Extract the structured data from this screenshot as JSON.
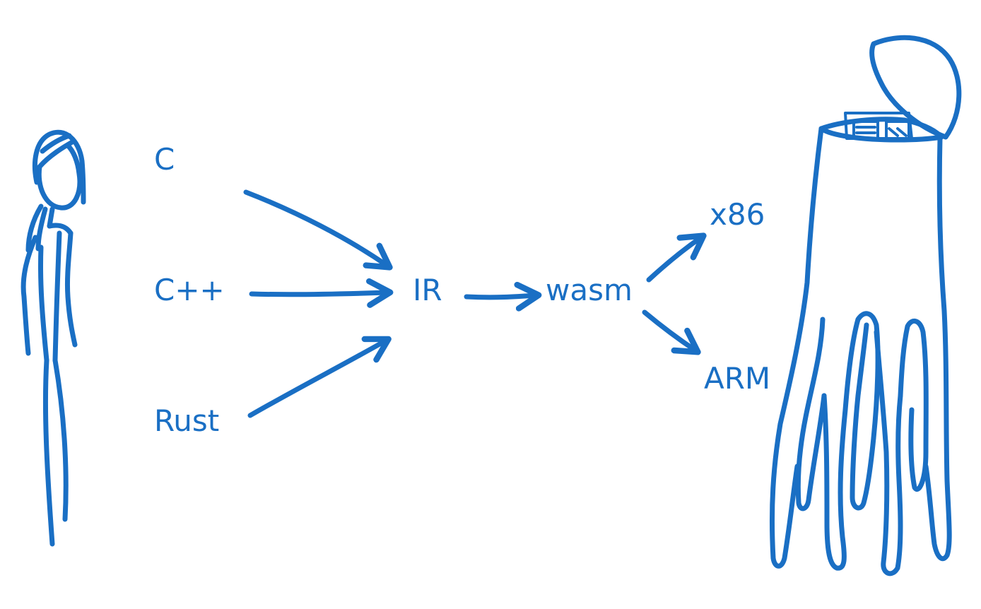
{
  "colors": {
    "ink": "#1a6fc4",
    "background": "#ffffff"
  },
  "sources": [
    {
      "id": "c",
      "label": "C"
    },
    {
      "id": "cpp",
      "label": "C++"
    },
    {
      "id": "rust",
      "label": "Rust"
    }
  ],
  "intermediate": {
    "label": "IR"
  },
  "module": {
    "label": "wasm"
  },
  "targets": [
    {
      "id": "x86",
      "label": "x86"
    },
    {
      "id": "arm",
      "label": "ARM"
    }
  ],
  "characters": {
    "developer": {
      "icon": "developer-figure-icon"
    },
    "machine": {
      "icon": "octopus-machine-icon"
    }
  }
}
